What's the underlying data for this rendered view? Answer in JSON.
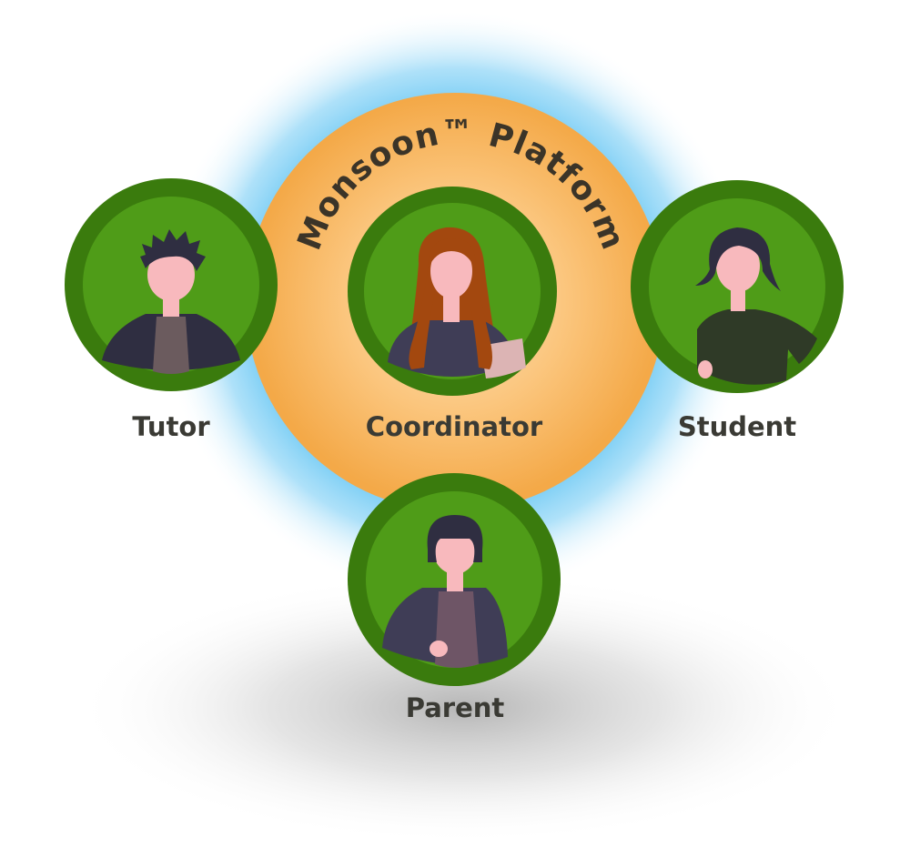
{
  "platform": {
    "title": "Monsoon™ Platform"
  },
  "roles": {
    "tutor": "Tutor",
    "coordinator": "Coordinator",
    "student": "Student",
    "parent": "Parent"
  },
  "colors": {
    "glow": "#5cc2f2",
    "platform_inner": "#fbd7a6",
    "platform_outer": "#f4a948",
    "badge_ring": "#3a7b0d",
    "badge_fill": "#4f9c18",
    "label_text": "#3a3a34",
    "skin": "#f8b9bd",
    "hair_dark": "#2f2e41",
    "hair_red": "#a3480f"
  }
}
